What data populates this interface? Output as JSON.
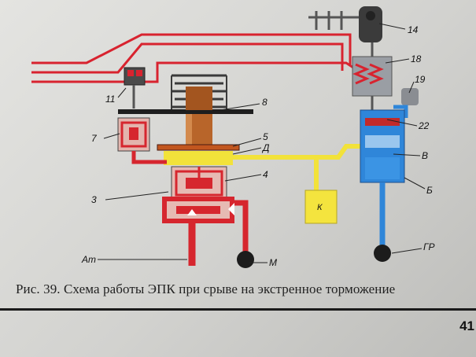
{
  "figure": {
    "caption": "Рис. 39. Схема работы ЭПК при срыве на экстренное торможение",
    "page_number": "41"
  },
  "labels": {
    "l14": "14",
    "l18": "18",
    "l19": "19",
    "l22": "22",
    "l11": "11",
    "l8": "8",
    "l7": "7",
    "l5": "5",
    "lD": "Д",
    "l4": "4",
    "lV": "В",
    "l3": "3",
    "lB": "Б",
    "lK": "К",
    "lAt": "Ат",
    "lM": "М",
    "lGR": "ГР"
  },
  "colors": {
    "wire_red": "#d8232f",
    "brake_red": "#d6262e",
    "yellow": "#f2e23a",
    "blue": "#2f86d9",
    "coil_copper": "#b8652a",
    "grey_unit": "#9a9ea4"
  }
}
